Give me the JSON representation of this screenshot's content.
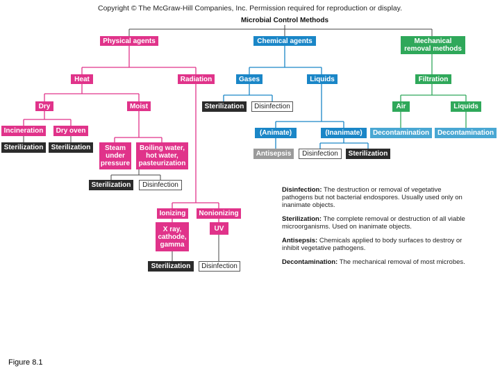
{
  "copyright": "Copyright © The McGraw-Hill Companies, Inc. Permission required for reproduction or display.",
  "figure_label": "Figure 8.1",
  "root": "Microbial Control Methods",
  "physical": {
    "label": "Physical agents",
    "heat": "Heat",
    "radiation": "Radiation",
    "dry": "Dry",
    "moist": "Moist",
    "incineration": "Incineration",
    "dry_oven": "Dry oven",
    "incineration_result": "Sterilization",
    "dry_oven_result": "Sterilization",
    "steam": "Steam\nunder\npressure",
    "boiling": "Boiling water,\nhot water,\npasteurization",
    "steam_result": "Sterilization",
    "boiling_result": "Disinfection",
    "ionizing": "Ionizing",
    "nonionizing": "Nonionizing",
    "ionizing_types": "X ray,\ncathode,\ngamma",
    "uv": "UV",
    "ionizing_result": "Sterilization",
    "uv_result": "Disinfection"
  },
  "chemical": {
    "label": "Chemical agents",
    "gases": "Gases",
    "liquids": "Liquids",
    "gases_sterilization": "Sterilization",
    "gases_disinfection": "Disinfection",
    "animate": "(Animate)",
    "inanimate": "(Inanimate)",
    "antisepsis": "Antisepsis",
    "inanimate_disinfection": "Disinfection",
    "inanimate_sterilization": "Sterilization"
  },
  "mechanical": {
    "label": "Mechanical\nremoval methods",
    "filtration": "Filtration",
    "air": "Air",
    "liquids": "Liquids",
    "air_result": "Decontamination",
    "liquids_result": "Decontamination"
  },
  "definitions": [
    {
      "term": "Disinfection:",
      "text": " The destruction or removal of vegetative pathogens but not bacterial endospores. Usually used only on inanimate objects."
    },
    {
      "term": "Sterilization:",
      "text": " The complete removal or destruction of all viable microorganisms. Used on inanimate objects."
    },
    {
      "term": "Antisepsis:",
      "text": " Chemicals applied to body surfaces to destroy or inhibit vegetative pathogens."
    },
    {
      "term": "Decontamination:",
      "text": " The mechanical removal of most microbes."
    }
  ],
  "colors": {
    "physical": "#e0338a",
    "chemical": "#1a86c7",
    "chemical_light": "#49a7d3",
    "mechanical": "#2fa85a",
    "result_dark": "#2b2b2b",
    "result_gray": "#9a9a9a"
  }
}
